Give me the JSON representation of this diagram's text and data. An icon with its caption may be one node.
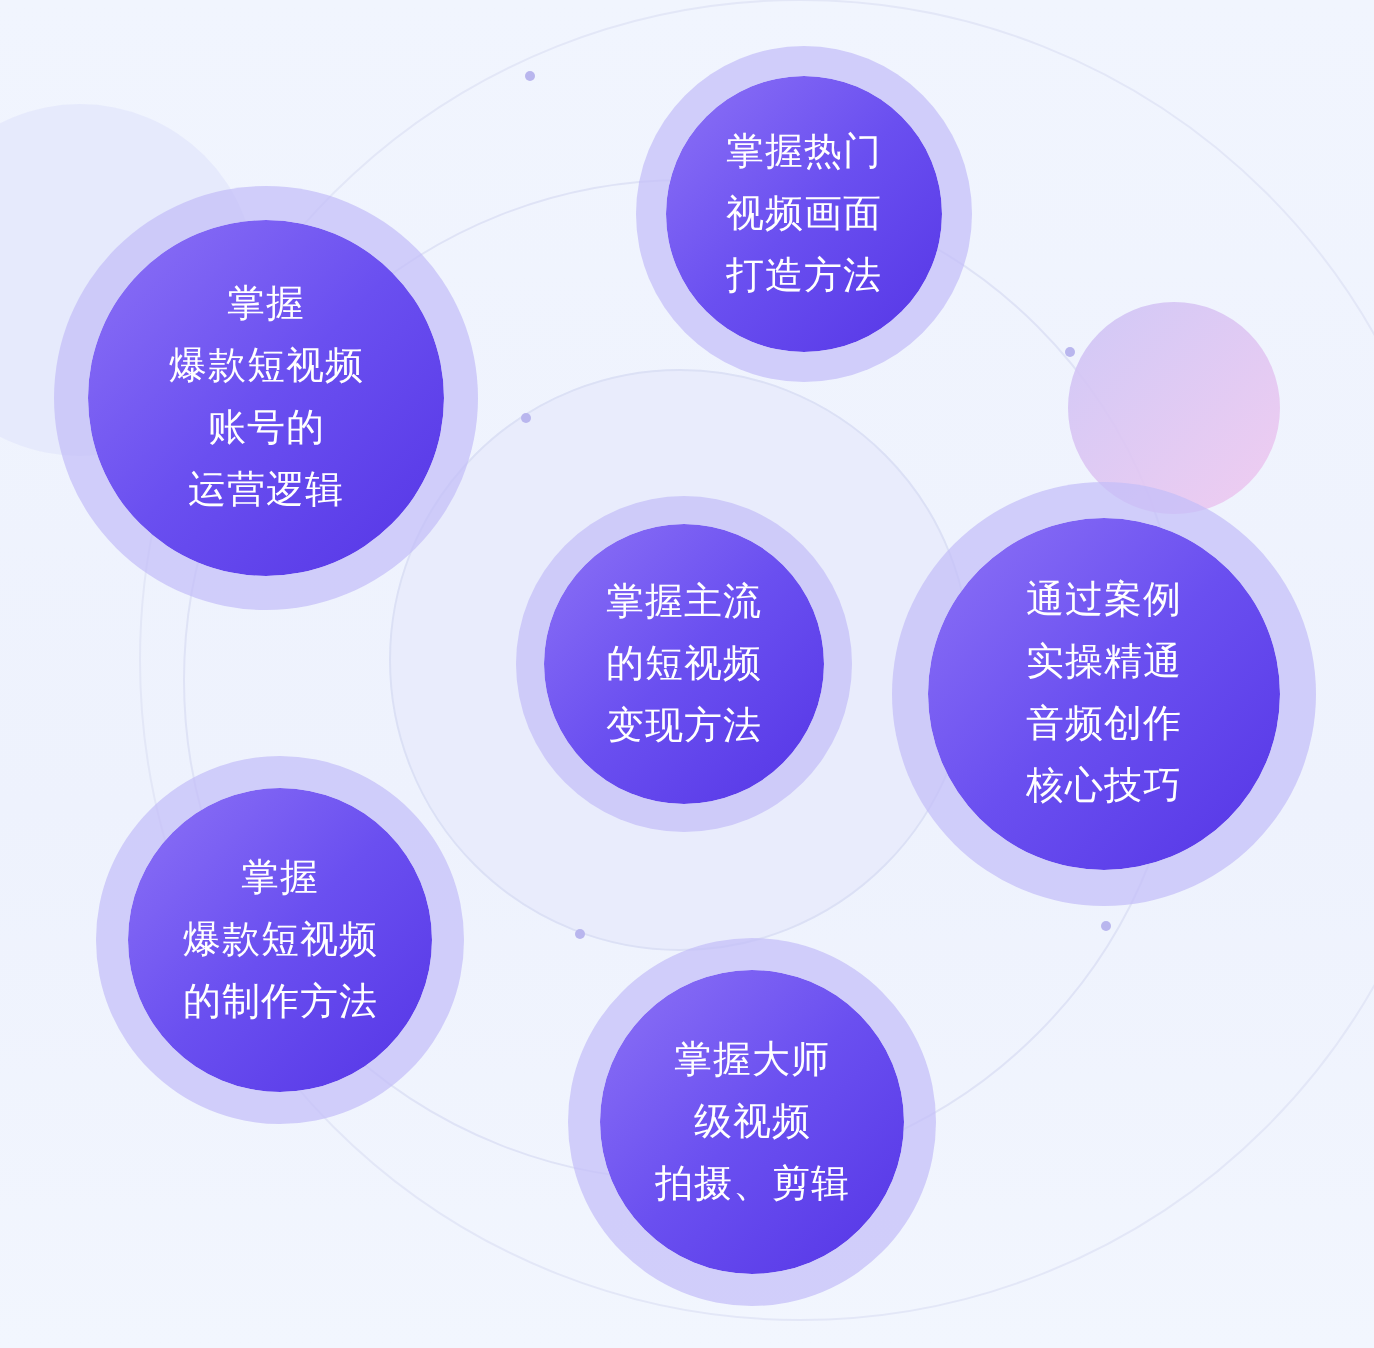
{
  "diagram": {
    "nodes": [
      {
        "text": [
          "掌握热门视频画面打造方法"
        ]
      },
      {
        "text": [
          "掌握爆款短视频账号的运营逻辑"
        ]
      },
      {
        "text": [
          "掌握主流的短视频变现方法"
        ]
      },
      {
        "text": [
          "通过案例实操精通音频创作核心技巧"
        ]
      },
      {
        "text": [
          "掌握爆款短视频的制作方法"
        ]
      },
      {
        "text": [
          "掌握大师级视频拍摄、剪辑"
        ]
      }
    ]
  }
}
